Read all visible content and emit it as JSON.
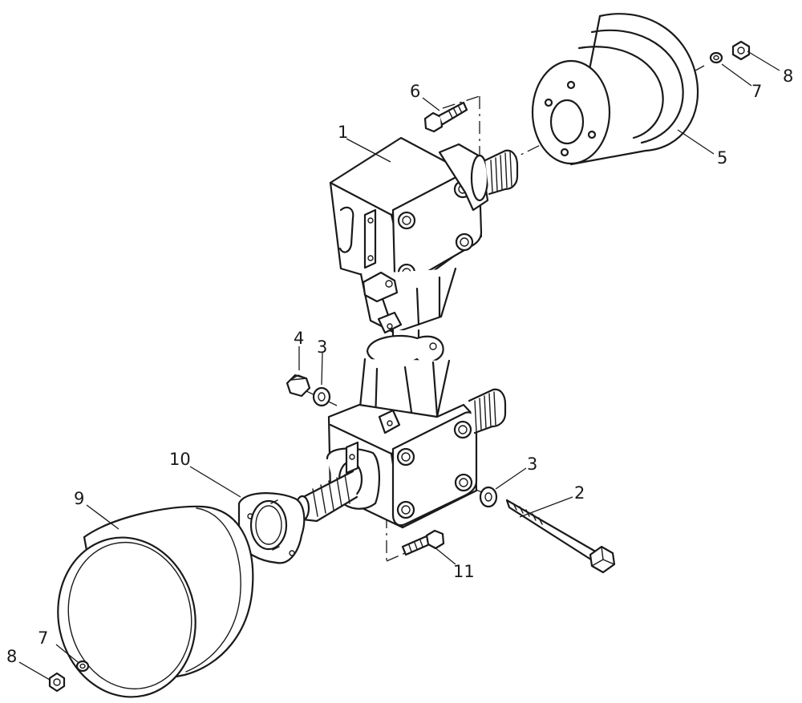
{
  "callouts": {
    "c1": "1",
    "c2": "2",
    "c3a": "3",
    "c3b": "3",
    "c4": "4",
    "c5": "5",
    "c6": "6",
    "c7a": "7",
    "c7b": "7",
    "c8a": "8",
    "c8b": "8",
    "c9": "9",
    "c10": "10",
    "c11": "11"
  }
}
